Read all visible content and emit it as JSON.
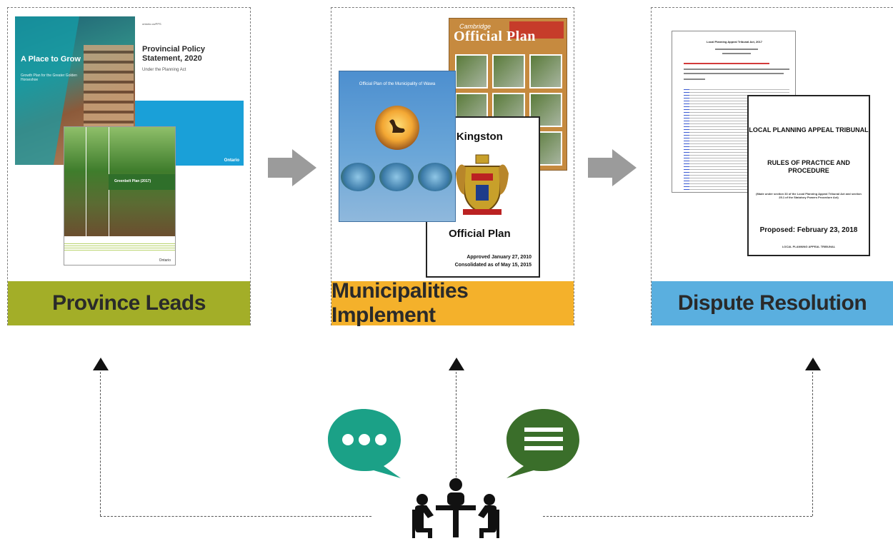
{
  "stages": [
    {
      "label": "Province Leads",
      "color": "#a3ae28"
    },
    {
      "label": "Municipalities Implement",
      "color": "#f4b12b"
    },
    {
      "label": "Dispute Resolution",
      "color": "#5aafdf"
    }
  ],
  "province_docs": {
    "grow": {
      "title": "A Place to Grow",
      "subtitle": "Growth Plan for the Greater Golden Horseshoe"
    },
    "pps": {
      "top": "ontario.ca/PPS",
      "title": "Provincial Policy Statement, 2020",
      "subtitle": "Under the Planning Act",
      "logo": "Ontario"
    },
    "greenbelt": {
      "title": "Greenbelt Plan (2017)",
      "logo": "Ontario"
    }
  },
  "municipal_docs": {
    "cambridge": {
      "script": "Cambridge",
      "title": "Official Plan"
    },
    "wawa": {
      "title": "Official Plan of the Municipality of Wawa"
    },
    "kingston": {
      "title": "y of Kingston",
      "subtitle": "Official Plan",
      "approved": "Approved January 27, 2010",
      "consolidated": "Consolidated as of May 15, 2015"
    }
  },
  "dispute_docs": {
    "act": {
      "title": "Local Planning Appeal Tribunal Act, 2017"
    },
    "rules": {
      "heading": "LOCAL PLANNING APPEAL TRIBUNAL",
      "subheading": "RULES OF PRACTICE AND PROCEDURE",
      "note": "(Made under section 33 of the Local Planning Appeal Tribunal Act and section 25.1 of the Statutory Powers Procedure Act)",
      "proposed": "Proposed: February 23, 2018",
      "footer": "LOCAL PLANNING APPEAL TRIBUNAL"
    }
  },
  "icons": {
    "flow_arrow": "right-arrow-icon",
    "feedback_arrow": "up-arrow-icon",
    "bubble_left": {
      "name": "chat-dots-icon",
      "color": "#1ba187"
    },
    "bubble_right": {
      "name": "chat-lines-icon",
      "color": "#3a6e2a"
    },
    "meeting": "meeting-table-icon"
  }
}
